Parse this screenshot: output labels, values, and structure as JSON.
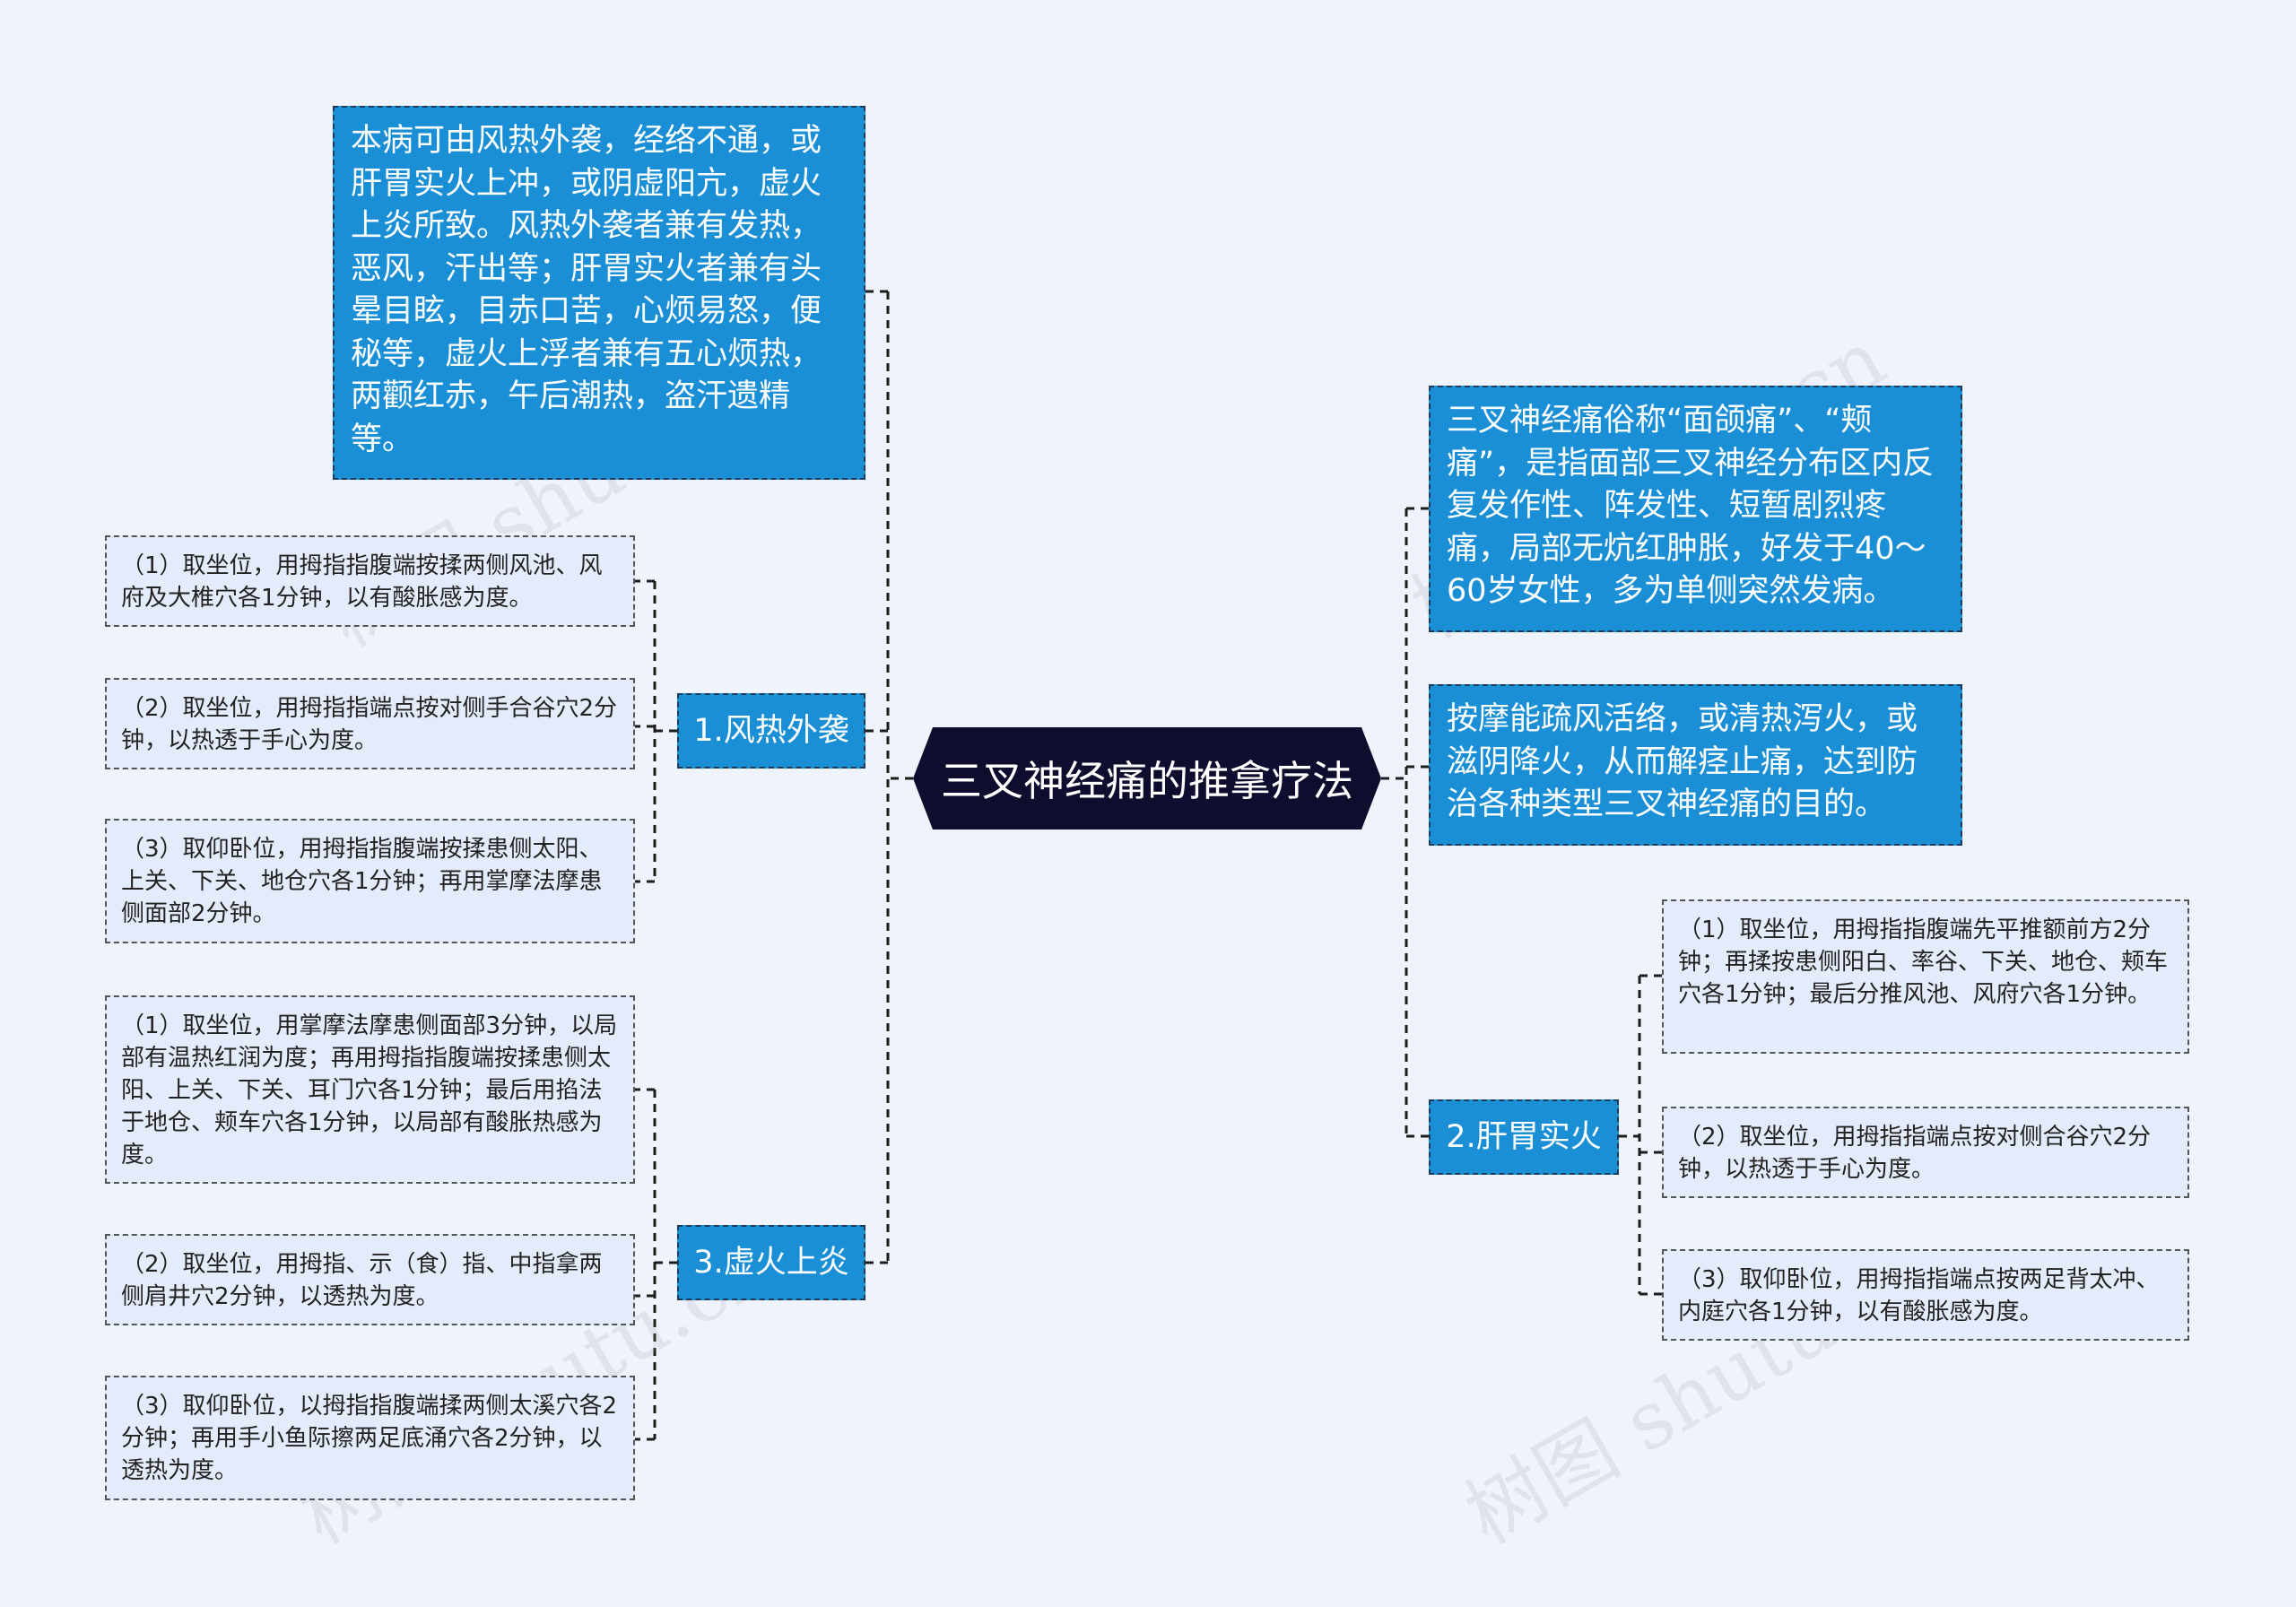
{
  "center": {
    "title": "三叉神经痛的推拿疗法"
  },
  "left": {
    "cause": "本病可由风热外袭，经络不通，或肝胃实火上冲，或阴虚阳亢，虚火上炎所致。风热外袭者兼有发热，恶风，汗出等；肝胃实火者兼有头晕目眩，目赤口苦，心烦易怒，便秘等，虚火上浮者兼有五心烦热，两颧红赤，午后潮热，盗汗遗精等。",
    "branch1": {
      "label": "1.风热外袭",
      "items": [
        "（1）取坐位，用拇指指腹端按揉两侧风池、风府及大椎穴各1分钟，以有酸胀感为度。",
        "（2）取坐位，用拇指指端点按对侧手合谷穴2分钟，以热透于手心为度。",
        "（3）取仰卧位，用拇指指腹端按揉患侧太阳、上关、下关、地仓穴各1分钟；再用掌摩法摩患侧面部2分钟。"
      ]
    },
    "branch3": {
      "label": "3.虚火上炎",
      "items": [
        "（1）取坐位，用掌摩法摩患侧面部3分钟，以局部有温热红润为度；再用拇指指腹端按揉患侧太阳、上关、下关、耳门穴各1分钟；最后用掐法于地仓、颊车穴各1分钟，以局部有酸胀热感为度。",
        "（2）取坐位，用拇指、示（食）指、中指拿两侧肩井穴2分钟，以透热为度。",
        "（3）取仰卧位，以拇指指腹端揉两侧太溪穴各2分钟；再用手小鱼际擦两足底涌穴各2分钟，以透热为度。"
      ]
    }
  },
  "right": {
    "definition": "三叉神经痛俗称“面颌痛”、“颊痛”，是指面部三叉神经分布区内反复发作性、阵发性、短暂剧烈疼痛，局部无炕红肿胀，好发于40～60岁女性，多为单侧突然发病。",
    "purpose": "按摩能疏风活络，或清热泻火，或滋阴降火，从而解痉止痛，达到防治各种类型三叉神经痛的目的。",
    "branch2": {
      "label": "2.肝胃实火",
      "items": [
        "（1）取坐位，用拇指指腹端先平推额前方2分钟；再揉按患侧阳白、率谷、下关、地仓、颊车穴各1分钟；最后分推风池、风府穴各1分钟。",
        "（2）取坐位，用拇指指端点按对侧合谷穴2分钟，以热透于手心为度。",
        "（3）取仰卧位，用拇指指端点按两足背太冲、内庭穴各1分钟，以有酸胀感为度。"
      ]
    }
  },
  "watermarks": [
    "树图 shutu.cn",
    "树图 shutu.cn",
    "树图 shutu.cn",
    "树图 shutu.cn"
  ]
}
